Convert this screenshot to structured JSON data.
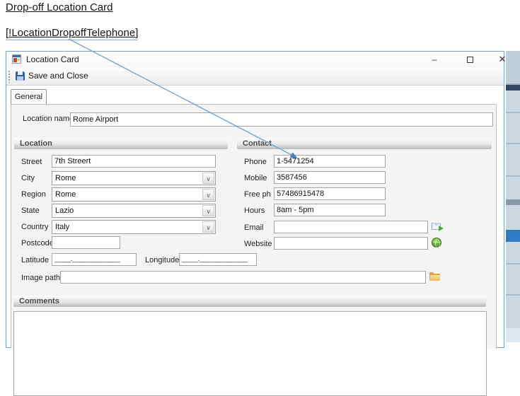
{
  "doc": {
    "heading1": "Drop-off Location Card",
    "heading2": "[!LocationDropoffTelephone]"
  },
  "win": {
    "title": "Location Card",
    "controls": {
      "minimize": "–",
      "maximize": "",
      "close": "✕"
    },
    "toolbar": {
      "save": "Save and Close"
    },
    "tab": "General",
    "name_field": {
      "label": "Location name:",
      "value": "Rome Airport"
    },
    "loc": {
      "title": "Location",
      "street": {
        "label": "Street",
        "value": "7th Streert"
      },
      "city": {
        "label": "City",
        "value": "Rome"
      },
      "region": {
        "label": "Region",
        "value": "Rome"
      },
      "state": {
        "label": "State",
        "value": "Lazio"
      },
      "country": {
        "label": "Country",
        "value": "Italy"
      },
      "postcode": {
        "label": "Postcode",
        "value": ""
      },
      "latitude": {
        "label": "Latitude",
        "mask": "____.____________"
      },
      "longitude": {
        "label": "Longitude",
        "mask": "____.____________"
      },
      "image_path": {
        "label": "Image path",
        "value": ""
      }
    },
    "con": {
      "title": "Contact",
      "phone": {
        "label": "Phone",
        "value": "1-5471254"
      },
      "mobile": {
        "label": "Mobile",
        "value": "3587456"
      },
      "free_ph": {
        "label": "Free ph",
        "value": "57486915478"
      },
      "hours": {
        "label": "Hours",
        "value": "8am - 5pm"
      },
      "email": {
        "label": "Email",
        "value": ""
      },
      "website": {
        "label": "Website",
        "value": ""
      }
    },
    "comments": {
      "title": "Comments",
      "value": ""
    },
    "combo_glyph": "∨"
  },
  "icons": {
    "app": "winforms-form-icon",
    "save": "floppy-disk-icon",
    "email": "envelope-send-icon",
    "website": "globe-icon",
    "image_path": "folder-icon"
  },
  "colors": {
    "annotation_line": "#7aa4cc",
    "annotation_arrow": "#4f81bd",
    "window_border": "#76a0c4",
    "group_header_text": "#4a4a4a",
    "tabpage_bg": "#f4f4f2"
  }
}
